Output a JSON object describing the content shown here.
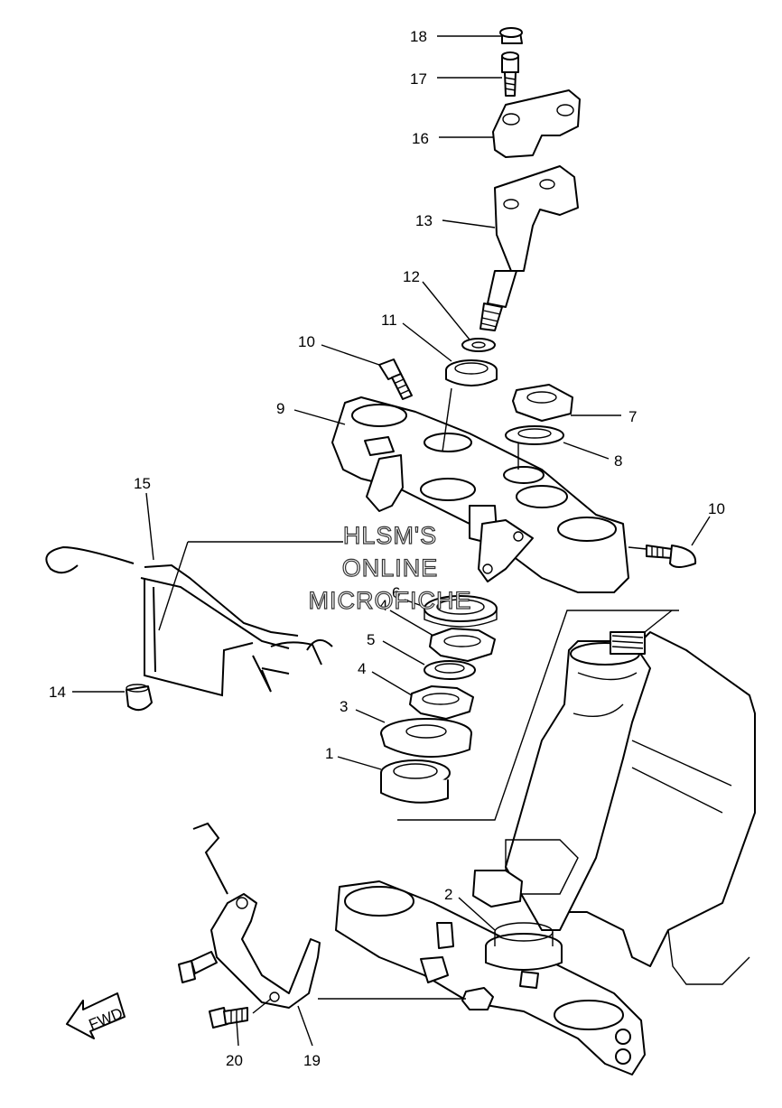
{
  "callouts": {
    "c18": "18",
    "c17": "17",
    "c16": "16",
    "c13": "13",
    "c12": "12",
    "c11": "11",
    "c10a": "10",
    "c10b": "10",
    "c9": "9",
    "c7": "7",
    "c8": "8",
    "c15": "15",
    "c6": "6",
    "c4a": "4",
    "c5": "5",
    "c4b": "4",
    "c3": "3",
    "c1": "1",
    "c14": "14",
    "c2": "2",
    "c20": "20",
    "c19": "19"
  },
  "watermark": {
    "line1": "HLSM'S",
    "line2": "ONLINE",
    "line3": "MICROFICHE"
  },
  "fwd_label": "FWD"
}
